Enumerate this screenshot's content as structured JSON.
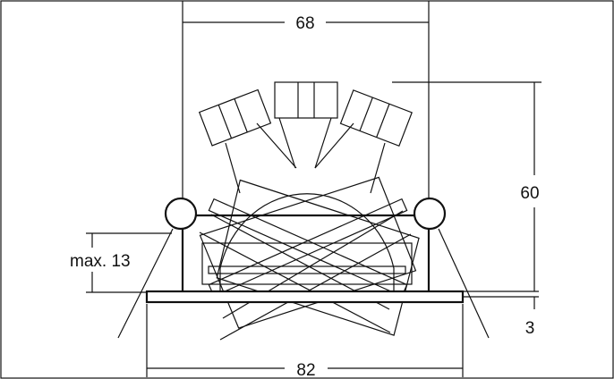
{
  "diagram": {
    "line_color": "#111111",
    "background": "#ffffff",
    "dimensions": {
      "top_width": "68",
      "overall_height": "60",
      "max_depth": "max. 13",
      "flange_thickness": "3",
      "outer_width": "82"
    }
  }
}
